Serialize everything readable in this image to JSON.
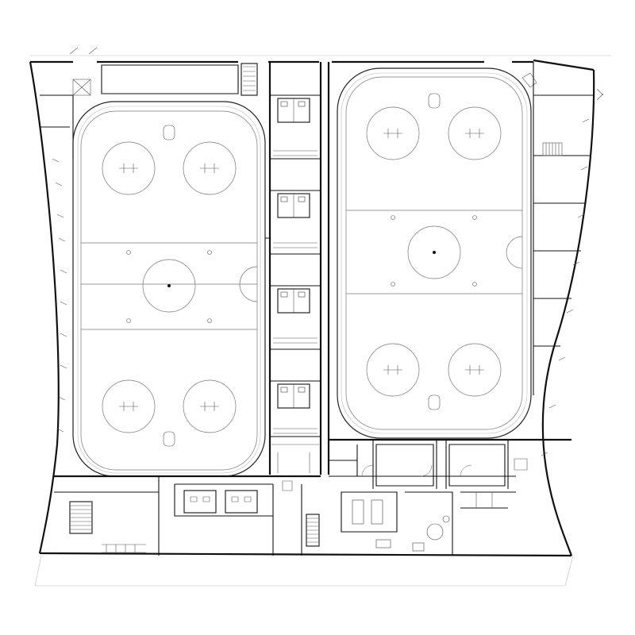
{
  "plan": {
    "colors": {
      "wall": "#111111",
      "line": "#777777",
      "background": "#ffffff"
    },
    "rinks": [
      {
        "id": "west",
        "center_circle": true,
        "faceoff_circles": 4,
        "blue_lines": 2,
        "center_line": true
      },
      {
        "id": "east",
        "center_circle": true,
        "faceoff_circles": 4,
        "blue_lines": 2,
        "center_line": true
      }
    ],
    "rooms": {
      "central_locker_bays": 4,
      "south_service_rooms": 2,
      "stairs": 3
    }
  }
}
